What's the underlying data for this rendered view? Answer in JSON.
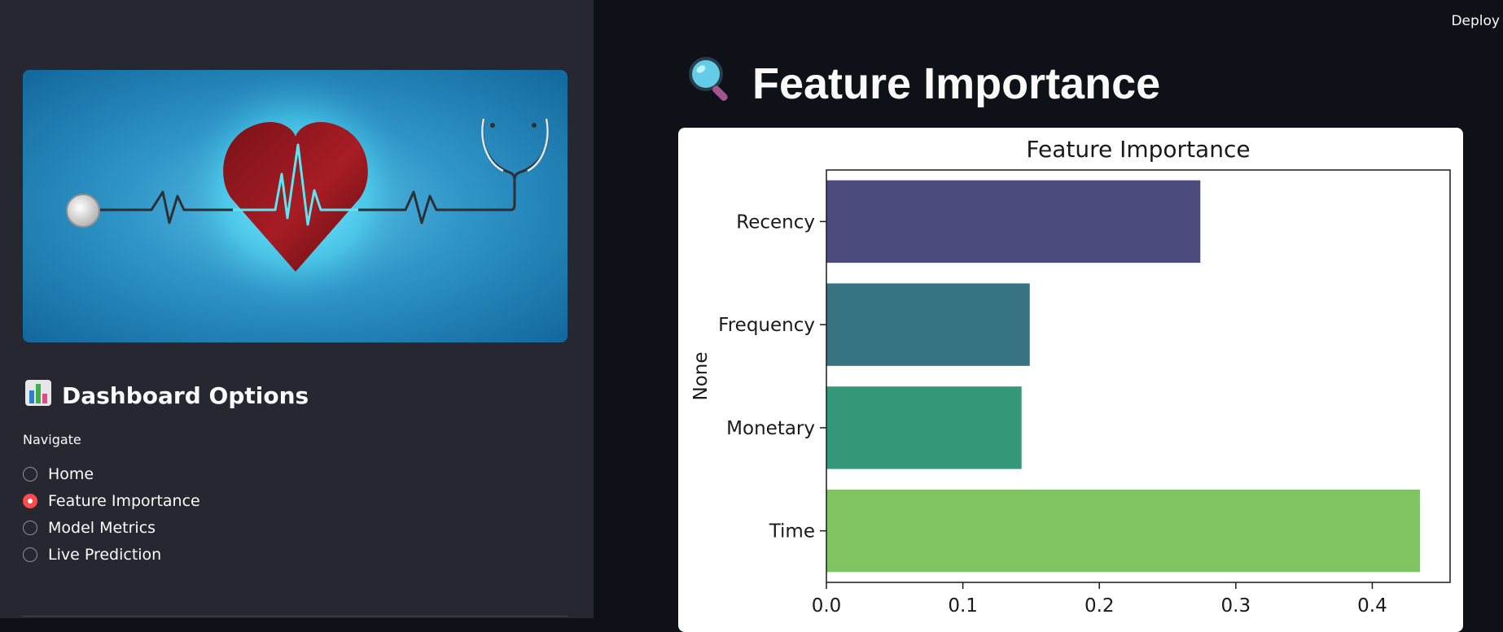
{
  "app": {
    "deploy_label": "Deploy"
  },
  "sidebar": {
    "section_title": "Dashboard Options",
    "section_icon": "bar-chart-icon",
    "nav_label": "Navigate",
    "nav_options": [
      {
        "label": "Home",
        "selected": false
      },
      {
        "label": "Feature Importance",
        "selected": true
      },
      {
        "label": "Model Metrics",
        "selected": false
      },
      {
        "label": "Live Prediction",
        "selected": false
      }
    ],
    "banner_icons": [
      "heart-icon",
      "stethoscope-icon",
      "heartbeat-line-icon"
    ]
  },
  "main": {
    "title": "Feature Importance",
    "title_icon": "magnifying-glass-icon"
  },
  "colors": {
    "accent": "#ff4b4b",
    "sidebar_bg": "#262730",
    "main_bg": "#0e1117"
  },
  "chart_data": {
    "type": "bar",
    "orientation": "horizontal",
    "title": "Feature Importance",
    "xlabel": "",
    "ylabel": "None",
    "categories": [
      "Recency",
      "Frequency",
      "Monetary",
      "Time"
    ],
    "values": [
      0.274,
      0.149,
      0.143,
      0.435
    ],
    "bar_colors": [
      "#4b4b7d",
      "#387383",
      "#35987b",
      "#81c562"
    ],
    "xlim": [
      0,
      0.457
    ],
    "xticks": [
      0.0,
      0.1,
      0.2,
      0.3,
      0.4
    ],
    "xtick_labels": [
      "0.0",
      "0.1",
      "0.2",
      "0.3",
      "0.4"
    ],
    "grid": false
  }
}
